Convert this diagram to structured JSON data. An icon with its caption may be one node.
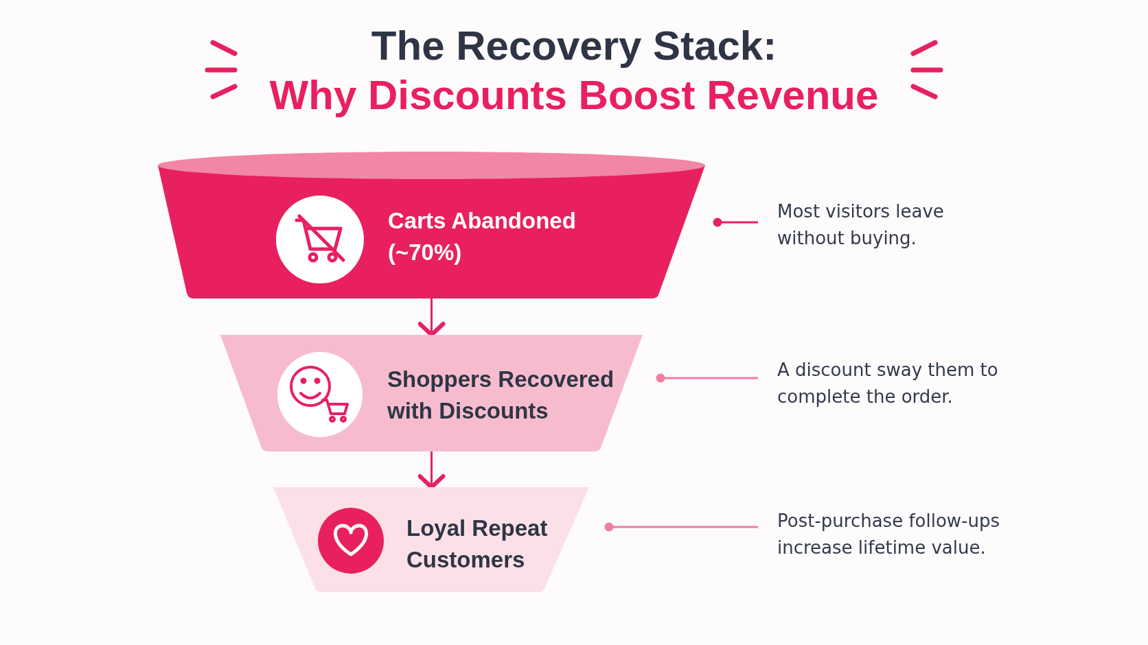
{
  "diagram": {
    "title": "The Recovery Stack:",
    "nodes": [
      {
        "text": [
          "Carts Abandoned (~70%)"
        ]
      },
      {
        "text": [
          "Shoppers Recovered with Discounts"
        ]
      },
      {
        "text": [
          "Loyal Repeat Customers"
        ]
      },
      {
        "text": [
          "Most visitors leave without buying."
        ]
      },
      {
        "text": [
          "A discount sway them to complete the order."
        ]
      },
      {
        "text": [
          "Post-purchase follow-ups increase lifetime value."
        ]
      }
    ],
    "edges": [
      {
        "from": 0,
        "to": 1,
        "arrow": "to"
      },
      {
        "from": 1,
        "to": 2,
        "arrow": "to"
      },
      {
        "from": 0,
        "to": 3,
        "arrow": "other",
        "color": "#e8205f"
      },
      {
        "from": 1,
        "to": 4,
        "arrow": "other",
        "color": "#f07fa0"
      },
      {
        "from": 2,
        "to": 5,
        "arrow": "other",
        "color": "#f07fa0"
      }
    ],
    "labels": [
      "Why Discounts Boost Revenue"
    ]
  }
}
